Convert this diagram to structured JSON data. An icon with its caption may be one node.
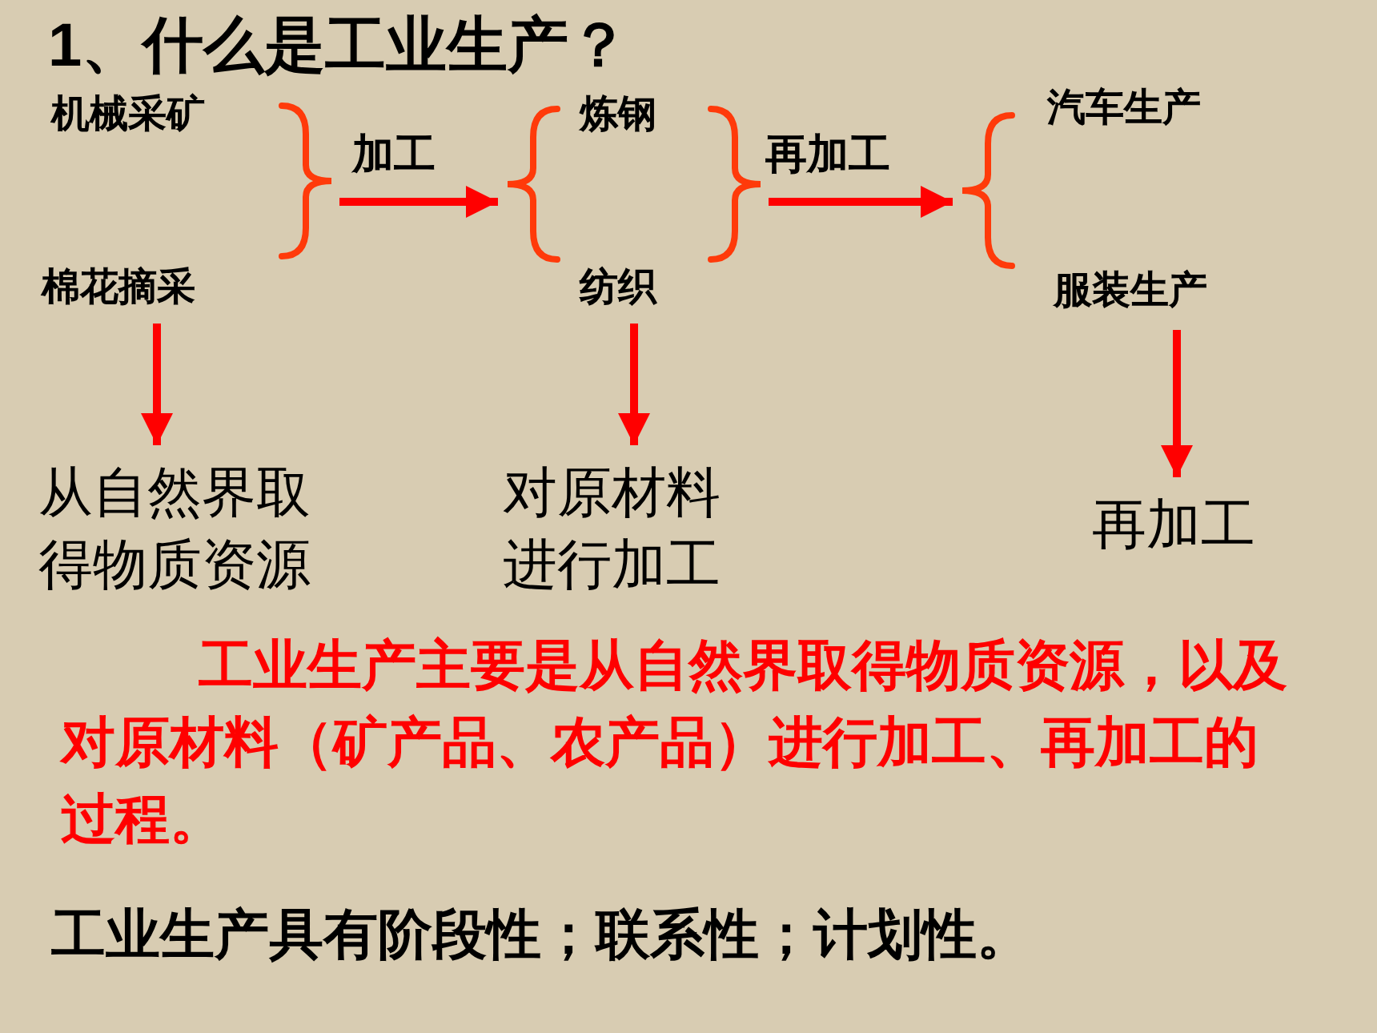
{
  "diagram": {
    "title": "1、什么是工业生产？",
    "nodes": [
      {
        "text": [
          "机械采矿"
        ]
      },
      {
        "text": [
          "棉花摘采"
        ]
      },
      {
        "text": [],
        "shape": "brace"
      },
      {
        "text": [],
        "shape": "brace"
      },
      {
        "text": [
          "炼钢"
        ]
      },
      {
        "text": [
          "纺织"
        ]
      },
      {
        "text": [],
        "shape": "brace"
      },
      {
        "text": [],
        "shape": "brace"
      },
      {
        "text": [
          "汽车生产"
        ]
      },
      {
        "text": [
          "服装生产"
        ]
      },
      {
        "text": [
          "从自然界取得物质资源"
        ]
      },
      {
        "text": [
          "对原材料进行加工"
        ]
      },
      {
        "text": [
          "再加工"
        ]
      }
    ],
    "edges": [
      {
        "from": 2,
        "to": 3,
        "arrow": "to",
        "label": "加工"
      },
      {
        "from": 6,
        "to": 7,
        "arrow": "to",
        "label": "再加工"
      },
      {
        "from": 1,
        "to": 10,
        "arrow": "to"
      },
      {
        "from": 5,
        "to": 11,
        "arrow": "to"
      },
      {
        "from": 9,
        "to": 12,
        "arrow": "to"
      }
    ],
    "labels": [
      "工业生产主要是从自然界取得物质资源，以及对原材料（矿产品、农产品）进行加工、再加工的过程。",
      "工业生产具有阶段性；联系性；计划性。"
    ]
  }
}
